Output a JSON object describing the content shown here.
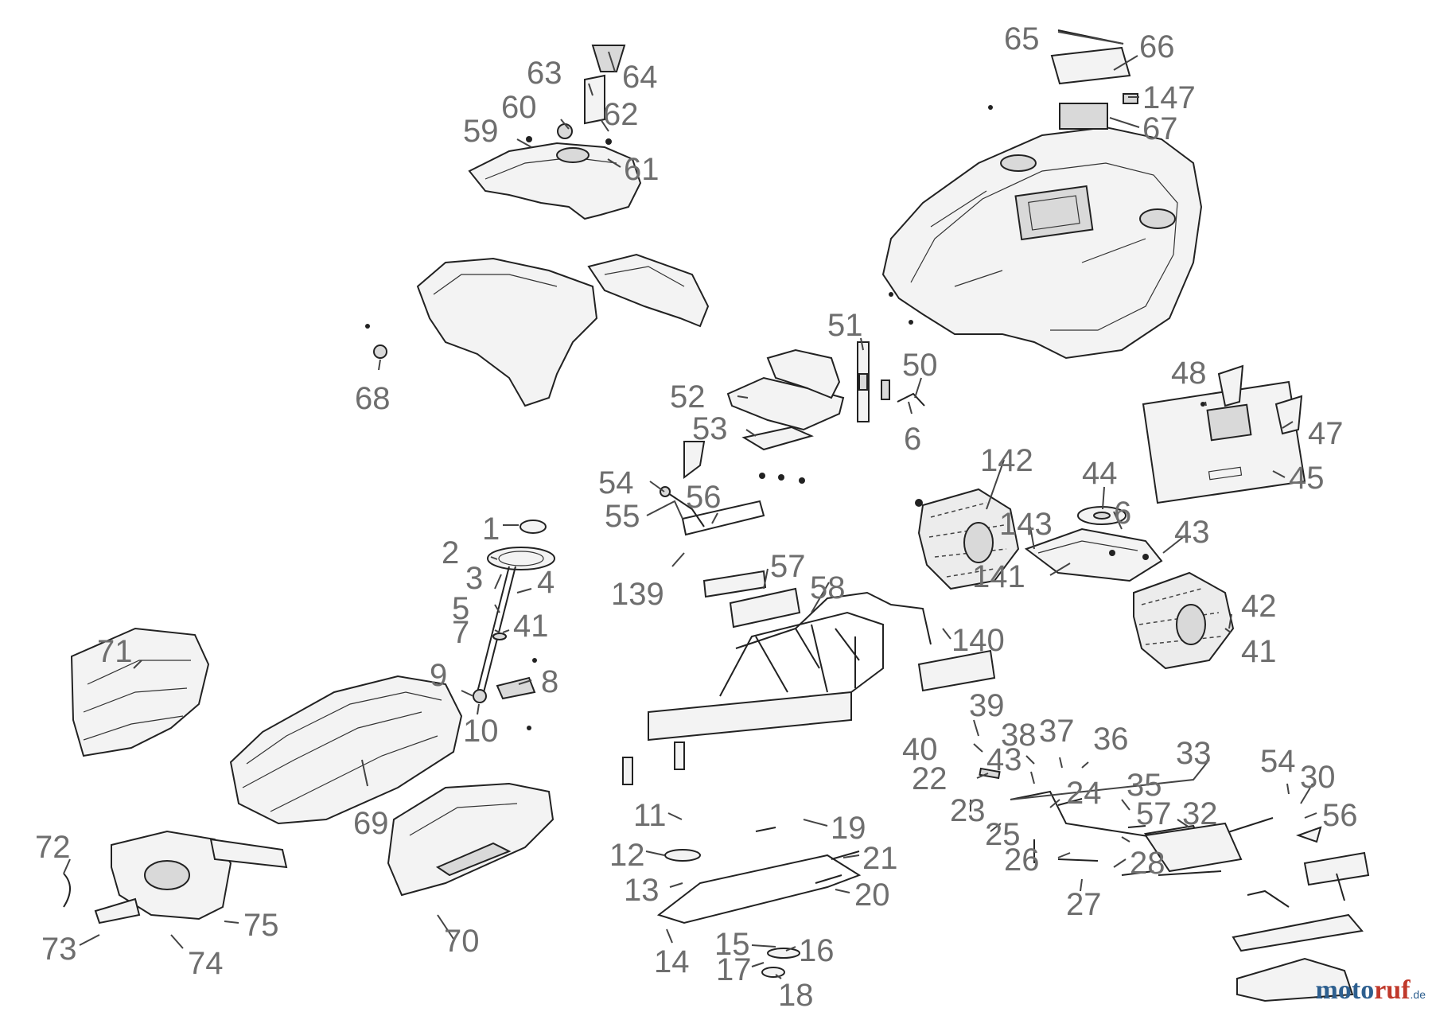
{
  "diagram": {
    "labels": [
      {
        "id": "65",
        "text": "65"
      },
      {
        "id": "66",
        "text": "66"
      },
      {
        "id": "147",
        "text": "147"
      },
      {
        "id": "67",
        "text": "67"
      },
      {
        "id": "63",
        "text": "63"
      },
      {
        "id": "64",
        "text": "64"
      },
      {
        "id": "60",
        "text": "60"
      },
      {
        "id": "62",
        "text": "62"
      },
      {
        "id": "59",
        "text": "59"
      },
      {
        "id": "61",
        "text": "61"
      },
      {
        "id": "68",
        "text": "68"
      },
      {
        "id": "51",
        "text": "51"
      },
      {
        "id": "50",
        "text": "50"
      },
      {
        "id": "52",
        "text": "52"
      },
      {
        "id": "6a",
        "text": "6"
      },
      {
        "id": "53",
        "text": "53"
      },
      {
        "id": "48",
        "text": "48"
      },
      {
        "id": "47",
        "text": "47"
      },
      {
        "id": "45",
        "text": "45"
      },
      {
        "id": "142",
        "text": "142"
      },
      {
        "id": "44",
        "text": "44"
      },
      {
        "id": "6b",
        "text": "6"
      },
      {
        "id": "143",
        "text": "143"
      },
      {
        "id": "43a",
        "text": "43"
      },
      {
        "id": "141",
        "text": "141"
      },
      {
        "id": "42",
        "text": "42"
      },
      {
        "id": "41a",
        "text": "41"
      },
      {
        "id": "54a",
        "text": "54"
      },
      {
        "id": "56a",
        "text": "56"
      },
      {
        "id": "55",
        "text": "55"
      },
      {
        "id": "1",
        "text": "1"
      },
      {
        "id": "2",
        "text": "2"
      },
      {
        "id": "3",
        "text": "3"
      },
      {
        "id": "4",
        "text": "4"
      },
      {
        "id": "5",
        "text": "5"
      },
      {
        "id": "7",
        "text": "7"
      },
      {
        "id": "41b",
        "text": "41"
      },
      {
        "id": "57a",
        "text": "57"
      },
      {
        "id": "139",
        "text": "139"
      },
      {
        "id": "58",
        "text": "58"
      },
      {
        "id": "140",
        "text": "140"
      },
      {
        "id": "71",
        "text": "71"
      },
      {
        "id": "9",
        "text": "9"
      },
      {
        "id": "8",
        "text": "8"
      },
      {
        "id": "10",
        "text": "10"
      },
      {
        "id": "39",
        "text": "39"
      },
      {
        "id": "40",
        "text": "40"
      },
      {
        "id": "38",
        "text": "38"
      },
      {
        "id": "37",
        "text": "37"
      },
      {
        "id": "36",
        "text": "36"
      },
      {
        "id": "33",
        "text": "33"
      },
      {
        "id": "43b",
        "text": "43"
      },
      {
        "id": "22",
        "text": "22"
      },
      {
        "id": "35",
        "text": "35"
      },
      {
        "id": "24",
        "text": "24"
      },
      {
        "id": "54b",
        "text": "54"
      },
      {
        "id": "30",
        "text": "30"
      },
      {
        "id": "23",
        "text": "23"
      },
      {
        "id": "57b",
        "text": "57"
      },
      {
        "id": "32",
        "text": "32"
      },
      {
        "id": "56b",
        "text": "56"
      },
      {
        "id": "25",
        "text": "25"
      },
      {
        "id": "69",
        "text": "69"
      },
      {
        "id": "11",
        "text": "11"
      },
      {
        "id": "19",
        "text": "19"
      },
      {
        "id": "12",
        "text": "12"
      },
      {
        "id": "21",
        "text": "21"
      },
      {
        "id": "26",
        "text": "26"
      },
      {
        "id": "28",
        "text": "28"
      },
      {
        "id": "72",
        "text": "72"
      },
      {
        "id": "13",
        "text": "13"
      },
      {
        "id": "20",
        "text": "20"
      },
      {
        "id": "27",
        "text": "27"
      },
      {
        "id": "75",
        "text": "75"
      },
      {
        "id": "70",
        "text": "70"
      },
      {
        "id": "15",
        "text": "15"
      },
      {
        "id": "16",
        "text": "16"
      },
      {
        "id": "73",
        "text": "73"
      },
      {
        "id": "74",
        "text": "74"
      },
      {
        "id": "14",
        "text": "14"
      },
      {
        "id": "17",
        "text": "17"
      },
      {
        "id": "18",
        "text": "18"
      }
    ]
  },
  "watermark": {
    "brand_left": "moto",
    "brand_accent": "ruf",
    "tld": ".de"
  }
}
